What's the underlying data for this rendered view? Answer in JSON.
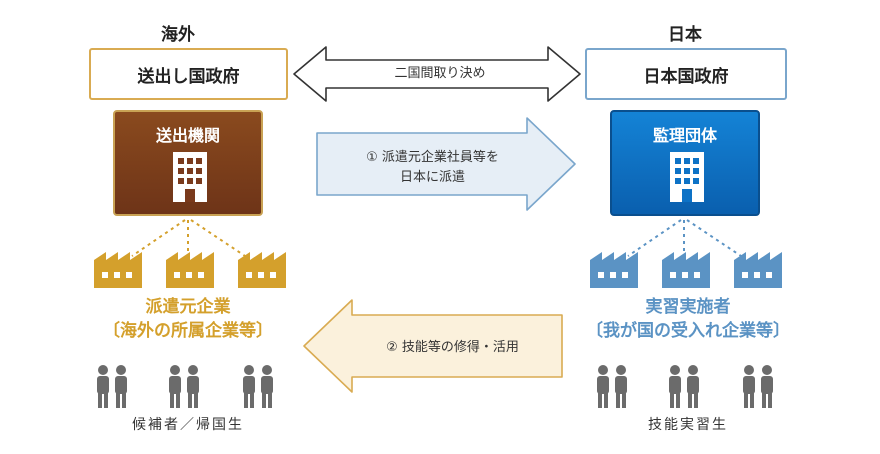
{
  "left": {
    "heading": "海外",
    "government": "送出し国政府",
    "organization": "送出機関",
    "company_line1": "派遣元企業",
    "company_line2": "〔海外の所属企業等〕",
    "people_label": "候補者／帰国生"
  },
  "right": {
    "heading": "日本",
    "government": "日本国政府",
    "organization": "監理団体",
    "company_line1": "実習実施者",
    "company_line2": "〔我が国の受入れ企業等〕",
    "people_label": "技能実習生"
  },
  "arrows": {
    "top": "二国間取り決め",
    "middle_line1": "① 派遣元企業社員等を",
    "middle_line2": "日本に派遣",
    "bottom": "② 技能等の修得・活用"
  },
  "colors": {
    "left_accent": "#d4a02c",
    "right_accent": "#5b93c4",
    "left_org_fill": "#7a3a1c",
    "right_org_fill": "#0d72c6",
    "middle_arrow_fill": "#e6eef6",
    "bottom_arrow_fill": "#fbf1dc"
  }
}
